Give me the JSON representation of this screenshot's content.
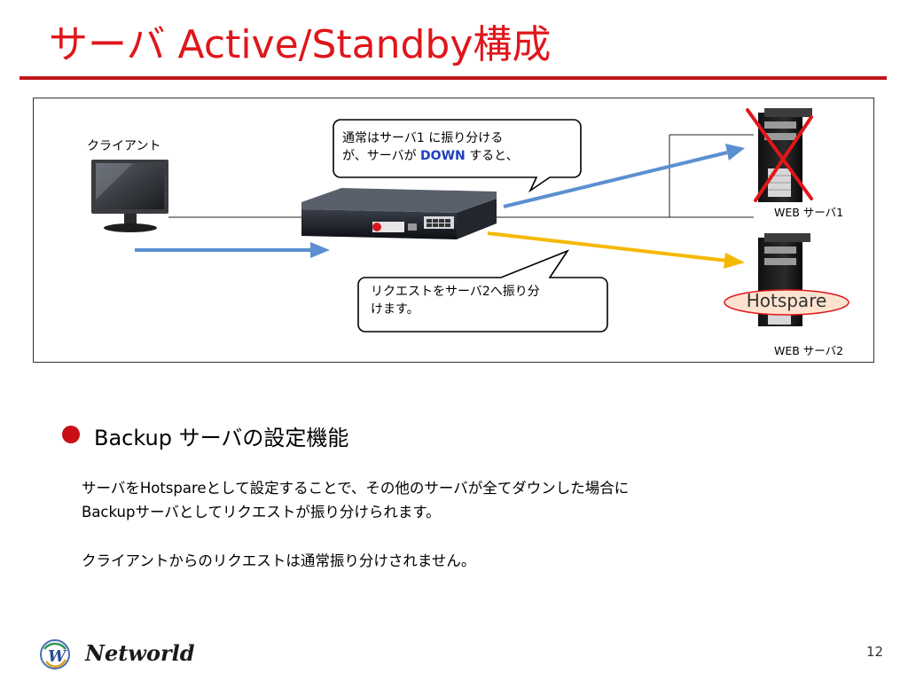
{
  "slide": {
    "title": "サーバ Active/Standby構成",
    "page_number": "12"
  },
  "diagram": {
    "client_label": "クライアント",
    "callout_top": [
      "通常はサーバ1 に振り分ける",
      "が、サーバが",
      "DOWN",
      "すると、"
    ],
    "callout_bottom": [
      "リクエストをサーバ2へ振り分",
      "けます。"
    ],
    "server1_label": "WEB サーバ1",
    "server2_label": "WEB サーバ2",
    "hotspare_label": "Hotspare",
    "colors": {
      "accent_red": "#e0161b",
      "arrow_blue": "#5b8fd0",
      "arrow_yellow": "#f5b800",
      "down_text": "#1f3fbf"
    }
  },
  "section": {
    "heading": "Backup サーバの設定機能",
    "lines": [
      "サーバをHotspareとして設定することで、その他のサーバが全てダウンした場合に",
      "Backupサーバとしてリクエストが振り分けられます。",
      "クライアントからのリクエストは通常振り分けされません。"
    ]
  },
  "footer": {
    "logo_text": "Networld"
  }
}
